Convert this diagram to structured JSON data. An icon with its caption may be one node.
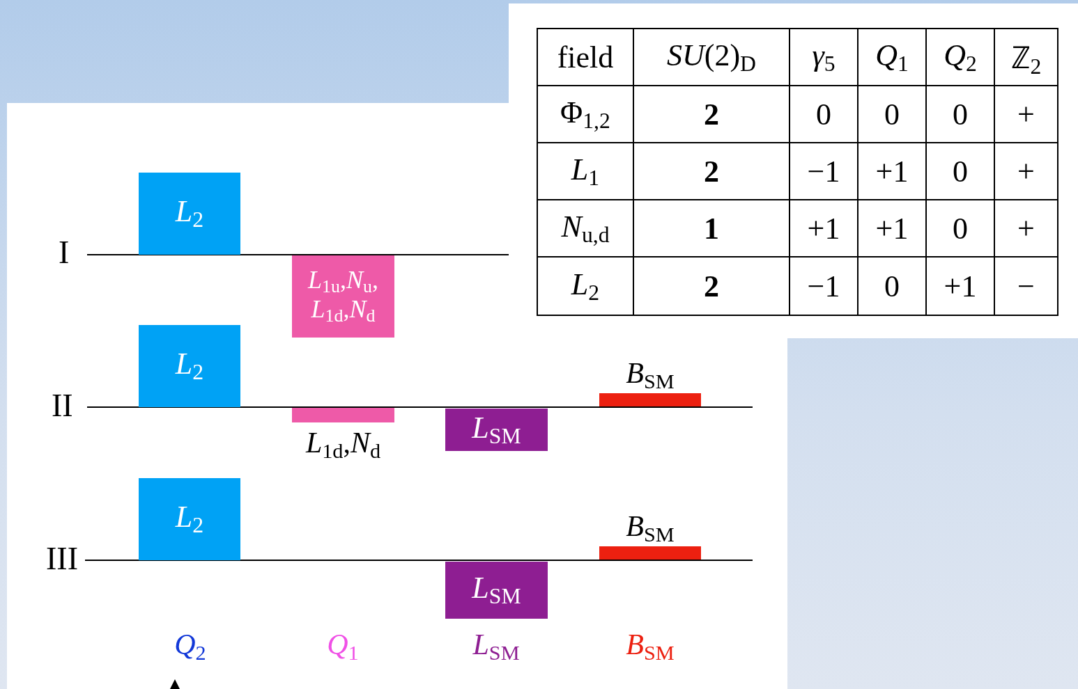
{
  "diagram": {
    "nodes": [
      {
        "text": [
          "*L*$_{2}$"
        ]
      },
      {
        "text": [
          "*L*$_{1u}$,*N*$_{u}$, *L*$_{1d}$,*N*$_{d}$"
        ]
      },
      {
        "text": [
          "*L*$_{2}$"
        ]
      },
      {
        "text": [],
        "shape": "bar",
        "beside": [
          "*L*$_{1d}$,*N*$_{d}$"
        ]
      },
      {
        "text": [
          "*L*$_{SM}$"
        ]
      },
      {
        "text": [
          "*B*$_{SM}$"
        ]
      },
      {
        "text": [
          "*L*$_{2}$"
        ]
      },
      {
        "text": [
          "*L*$_{SM}$"
        ]
      },
      {
        "text": [
          "*B*$_{SM}$"
        ]
      }
    ],
    "labels": [
      "I",
      "II",
      "III",
      "*Q*$_{2}$",
      "*Q*$_{1}$",
      "*L*$_{SM}$",
      "*B*$_{SM}$",
      "field",
      "*SU*(2)$_{D}$",
      "*γ*$_{5}$",
      "*Q*$_{1}$",
      "*Q*$_{2}$",
      "ℤ$_{2}$",
      "Φ$_{1,2}$",
      "2",
      "0",
      "0",
      "0",
      "+",
      "*L*$_{1}$",
      "2",
      "−1",
      "+1",
      "0",
      "+",
      "*N*$_{u,d}$",
      "1",
      "+1",
      "+1",
      "0",
      "+",
      "*L*$_{2}$",
      "2",
      "−1",
      "0",
      "+1",
      "−"
    ]
  }
}
